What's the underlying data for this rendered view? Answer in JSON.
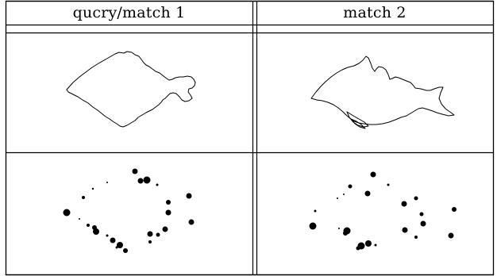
{
  "table": {
    "headers": [
      "qucry/match 1",
      "match 2"
    ]
  },
  "panels": {
    "top_left": {
      "name": "fish-contour-query"
    },
    "top_right": {
      "name": "fish-contour-match-2"
    },
    "bottom_left": {
      "name": "dot-pattern-query"
    },
    "bottom_right": {
      "name": "dot-pattern-match-2"
    }
  }
}
